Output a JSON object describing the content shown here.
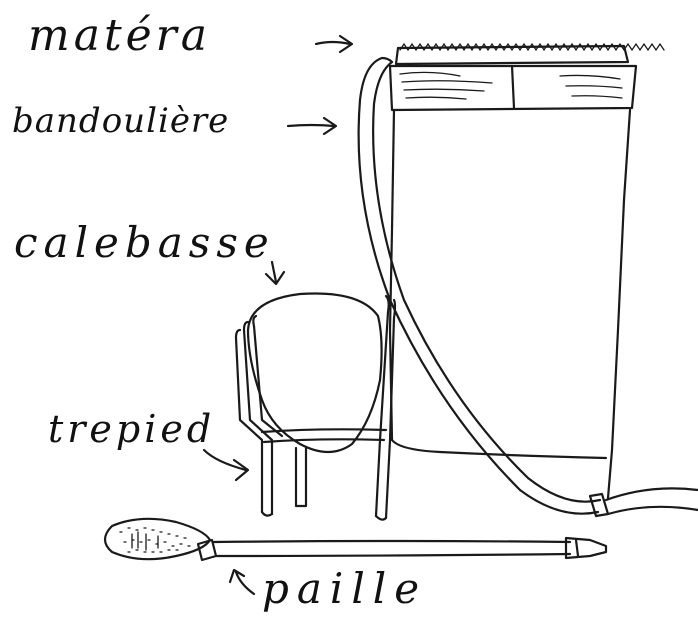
{
  "labels": {
    "matera": "matéra",
    "bandouliere": "bandoulière",
    "calebasse": "calebasse",
    "trepied": "trepied",
    "paille": "paille"
  },
  "colors": {
    "ink": "#1a1a1a",
    "paper": "#ffffff"
  }
}
